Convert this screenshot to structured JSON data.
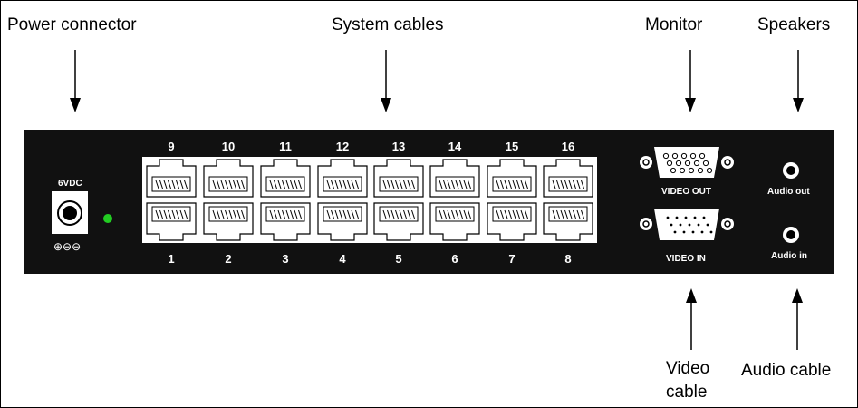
{
  "callouts": {
    "power_connector": "Power connector",
    "system_cables": "System cables",
    "monitor": "Monitor",
    "speakers": "Speakers",
    "video_cable_line1": "Video",
    "video_cable_line2": "cable",
    "audio_cable": "Audio cable"
  },
  "panel": {
    "power_label": "6VDC",
    "polarity_symbol": "⊕⊖⊖",
    "video_out": "VIDEO OUT",
    "video_in": "VIDEO IN",
    "audio_out": "Audio out",
    "audio_in": "Audio in",
    "top_ports": [
      "9",
      "10",
      "11",
      "12",
      "13",
      "14",
      "15",
      "16"
    ],
    "bottom_ports": [
      "1",
      "2",
      "3",
      "4",
      "5",
      "6",
      "7",
      "8"
    ]
  },
  "colors": {
    "panel": "#111111",
    "led": "#22cc22",
    "port_body": "#ffffff"
  }
}
